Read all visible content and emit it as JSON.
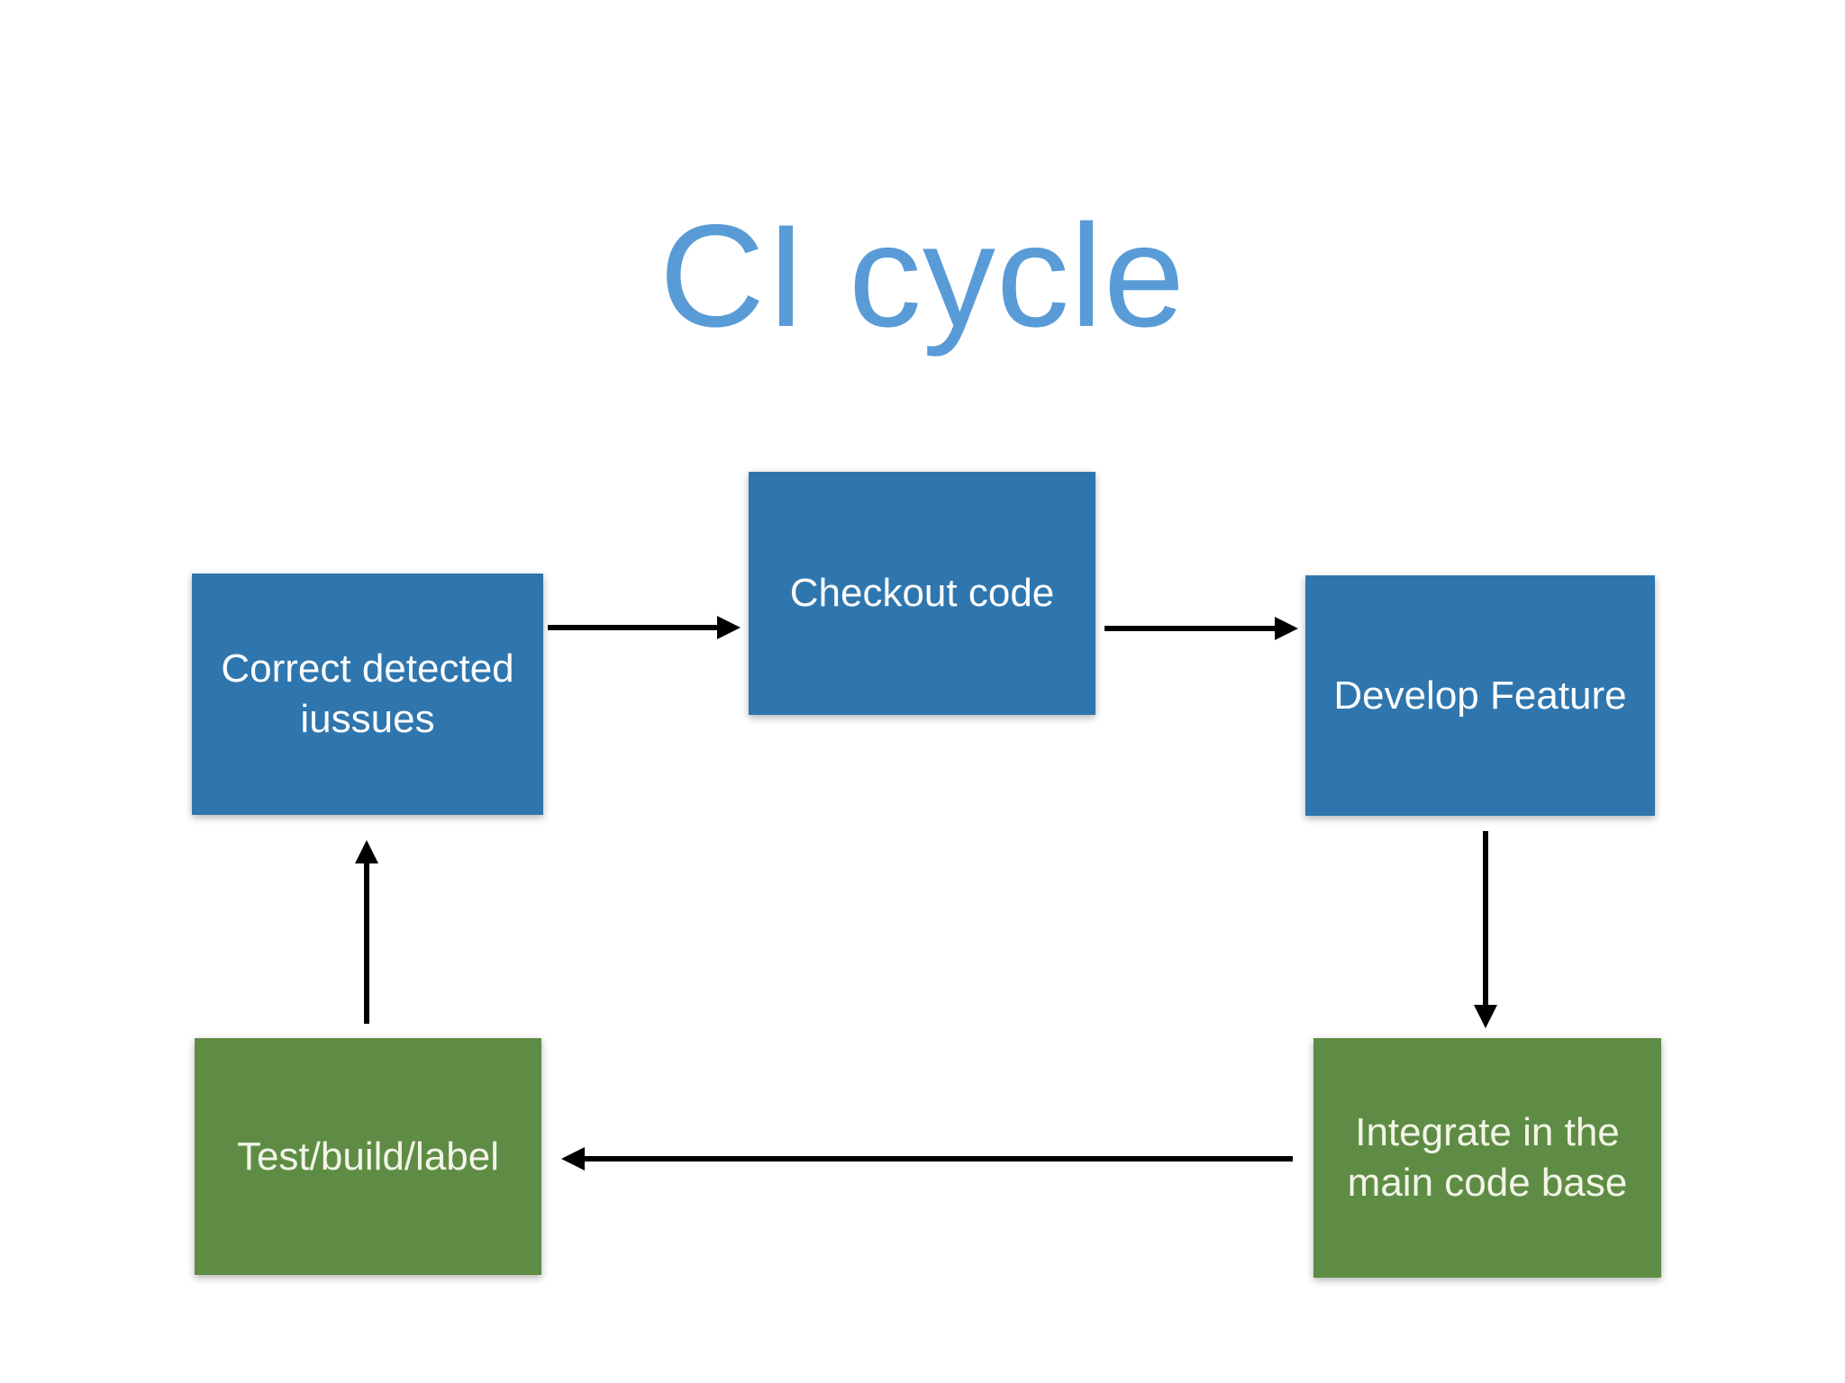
{
  "page": {
    "title": "CI cycle",
    "title_color": "#599bd6",
    "background_color": "#ffffff"
  },
  "diagram": {
    "arrow_color": "#000000",
    "nodes": [
      {
        "id": "correct",
        "label": "Correct detected iussues",
        "color": "#2f76ae",
        "text_color": "#fdfdfd"
      },
      {
        "id": "checkout",
        "label": "Checkout code",
        "color": "#2f76ae",
        "text_color": "#fdfdfd"
      },
      {
        "id": "develop",
        "label": "Develop Feature",
        "color": "#2f76ae",
        "text_color": "#fdfdfd"
      },
      {
        "id": "integrate",
        "label": "Integrate in the main code base",
        "color": "#5f8c44",
        "text_color": "#f2f5e8"
      },
      {
        "id": "test",
        "label": "Test/build/label",
        "color": "#5f8c44",
        "text_color": "#f2f5e8"
      }
    ],
    "edges": [
      {
        "from": "correct",
        "to": "checkout",
        "direction": "right"
      },
      {
        "from": "checkout",
        "to": "develop",
        "direction": "right"
      },
      {
        "from": "develop",
        "to": "integrate",
        "direction": "down"
      },
      {
        "from": "integrate",
        "to": "test",
        "direction": "left"
      },
      {
        "from": "test",
        "to": "correct",
        "direction": "up"
      }
    ]
  }
}
